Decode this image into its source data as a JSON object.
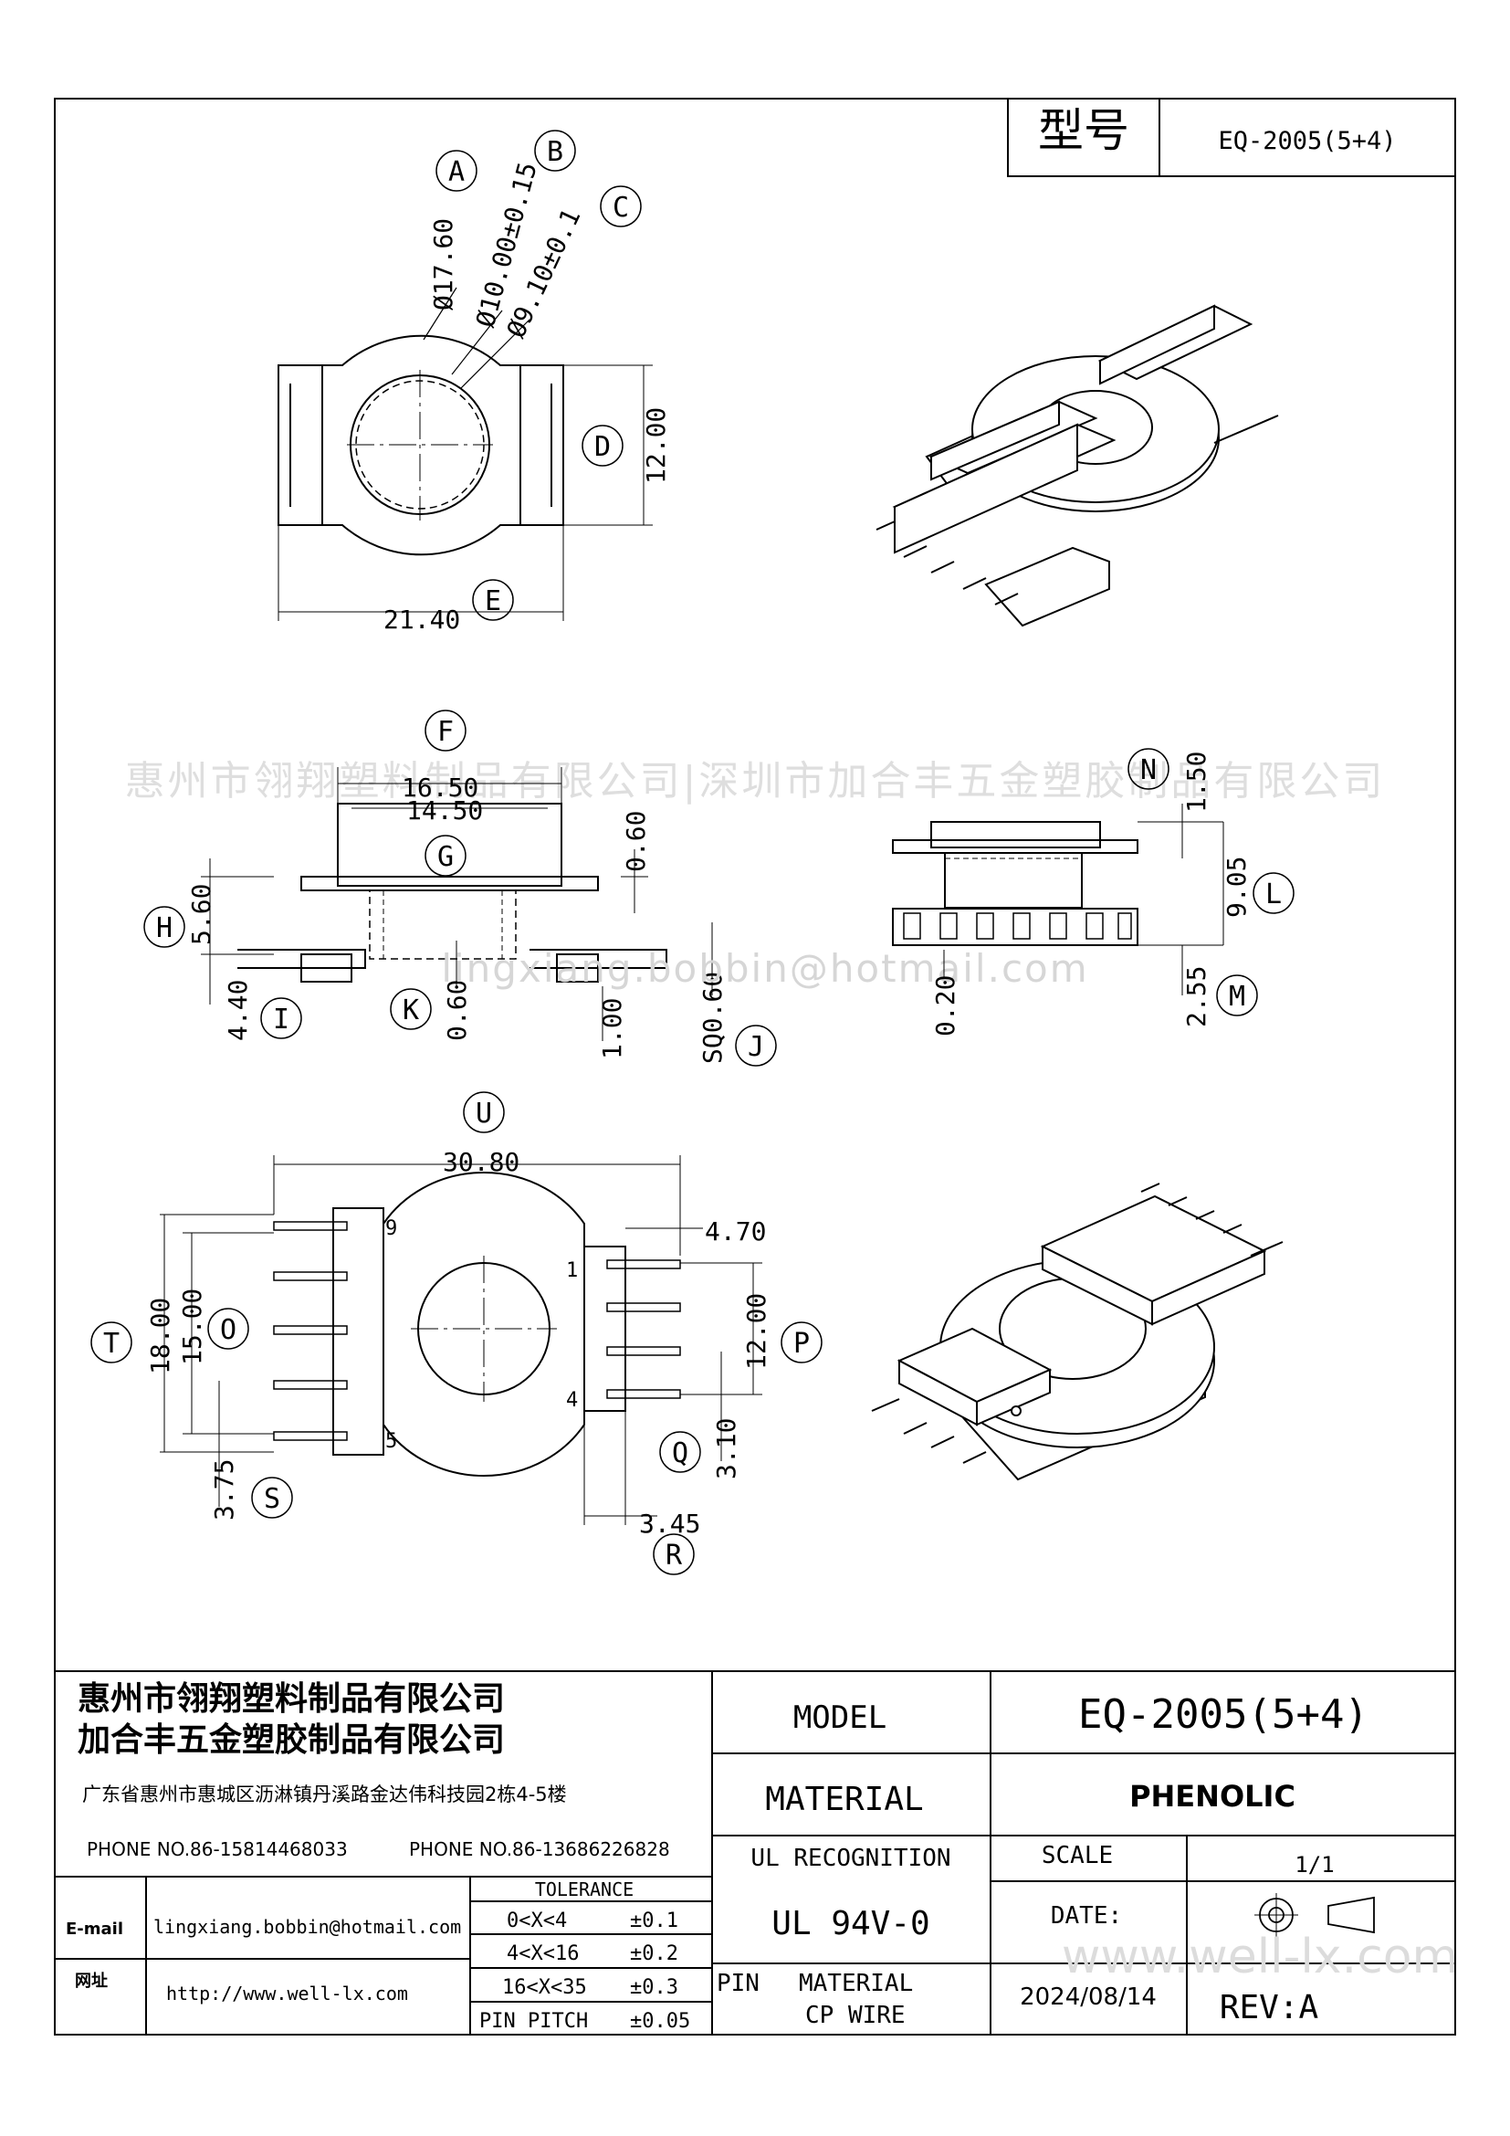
{
  "header": {
    "model_label": "型号",
    "model_value": "EQ-2005(5+4)"
  },
  "watermarks": {
    "center": "惠州市翎翔塑料制品有限公司|深圳市加合丰五金塑胶制品有限公司",
    "email": "lingxiang.bobbin@hotmail.com",
    "site": "www.well-lx.com"
  },
  "top_view": {
    "dims": {
      "A": "Ø17.60",
      "B": "Ø10.00±0.15",
      "C": "Ø9.10±0.1",
      "D": "12.00",
      "E": "21.40"
    },
    "letters": [
      "A",
      "B",
      "C",
      "D",
      "E"
    ]
  },
  "side_view": {
    "dims": {
      "F": "16.50",
      "G": "14.50",
      "g_top": "0.60",
      "H": "5.60",
      "I": "4.40",
      "K": "0.60",
      "k2": "1.00",
      "J": "SQ0.60"
    },
    "letters": [
      "F",
      "G",
      "H",
      "I",
      "K",
      "J"
    ]
  },
  "end_view": {
    "dims": {
      "N": "1.50",
      "L": "9.05",
      "M": "2.55",
      "z": "0.20"
    },
    "letters": [
      "N",
      "L",
      "M"
    ]
  },
  "bottom_view": {
    "dims": {
      "U": "30.80",
      "T": "18.00",
      "O": "15.00",
      "P": "12.00",
      "p2": "4.70",
      "Q": "3.10",
      "R": "3.45",
      "S": "3.75"
    },
    "letters": [
      "U",
      "T",
      "O",
      "P",
      "Q",
      "R",
      "S"
    ],
    "pins": [
      "9",
      "5",
      "1",
      "4"
    ]
  },
  "title_block": {
    "company_1": "惠州市翎翔塑料制品有限公司",
    "company_2": "加合丰五金塑胶制品有限公司",
    "address": "广东省惠州市惠城区沥淋镇丹溪路金达伟科技园2栋4-5楼",
    "phone_1": "PHONE NO.86-15814468033",
    "phone_2": "PHONE NO.86-13686226828",
    "email_label": "E-mail",
    "email": "lingxiang.bobbin@hotmail.com",
    "web_label": "网址",
    "web": "http://www.well-lx.com",
    "tolerance_title": "TOLERANCE",
    "tolerance": [
      {
        "range": "0<X<4",
        "value": "±0.1"
      },
      {
        "range": "4<X<16",
        "value": "±0.2"
      },
      {
        "range": "16<X<35",
        "value": "±0.3"
      },
      {
        "range": "PIN PITCH",
        "value": "±0.05"
      }
    ],
    "model_label": "MODEL",
    "model_value": "EQ-2005(5+4)",
    "material_label": "MATERIAL",
    "material_value": "PHENOLIC",
    "ul_label": "UL RECOGNITION",
    "ul_value": "UL 94V-0",
    "scale_label": "SCALE",
    "scale_value": "1/1",
    "date_label": "DATE:",
    "date_value": "2024/08/14",
    "pin_label": "PIN",
    "pin_material_label": "MATERIAL",
    "pin_material_value": "CP WIRE",
    "rev": "REV:A"
  }
}
